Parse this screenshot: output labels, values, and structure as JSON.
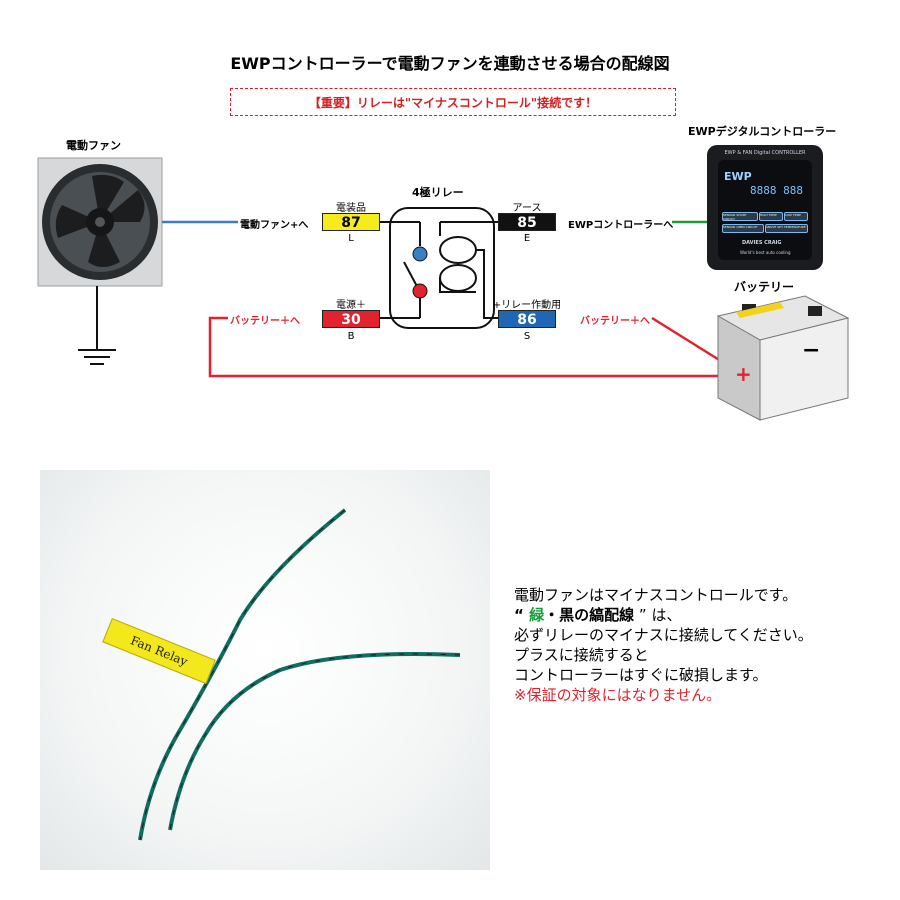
{
  "title": "EWPコントローラーで電動ファンを連動させる場合の配線図",
  "notice": "【重要】リレーは\"マイナスコントロール\"接続です！",
  "fan": {
    "label": "電動ファン",
    "wire_label": "電動ファン+へ"
  },
  "relay": {
    "title": "4極リレー",
    "terminals": [
      {
        "num": "87",
        "top_label": "電装品",
        "bottom_label": "L",
        "color": "#f7ec1b",
        "text_color": "#000000"
      },
      {
        "num": "85",
        "top_label": "アース",
        "bottom_label": "E",
        "color": "#111111",
        "text_color": "#ffffff"
      },
      {
        "num": "30",
        "top_label": "電源＋",
        "bottom_label": "B",
        "color": "#e0232e",
        "text_color": "#ffffff"
      },
      {
        "num": "86",
        "top_label": "+リレー作動用",
        "bottom_label": "S",
        "color": "#1f67b5",
        "text_color": "#ffffff"
      }
    ]
  },
  "controller": {
    "label": "EWPデジタルコントローラー",
    "wire_label": "EWPコントローラーへ",
    "panel_header": "EWP & FAN Digital CONTROLLER",
    "brand": "EWP",
    "digits": "8888 888",
    "buttons": [
      "SENSOR SHORT CIRCUIT",
      "HIGH TEMP",
      "LOW TEMP",
      "SENSOR OPEN CIRCUIT",
      "ABOVE SET TEMPERATURE"
    ],
    "maker": "DAVIES CRAIG",
    "tagline": "World's best auto cooling"
  },
  "battery": {
    "label": "バッテリー",
    "minus": "−",
    "plus": "+",
    "wire_label_left": "バッテリー＋へ",
    "wire_label_right": "バッテリー＋へ"
  },
  "photo": {
    "tag_text": "Fan Relay"
  },
  "description": {
    "line1": "電動ファンはマイナスコントロールです。",
    "line2_open": "“ ",
    "line2_green": "緑",
    "line2_mid": "・",
    "line2_black": "黒の縞配線",
    "line2_close": " ” は、",
    "line3": "必ずリレーのマイナスに接続してください。",
    "line4": "プラスに接続すると",
    "line5": "コントローラーはすぐに破損します。",
    "line6": "※保証の対象にはなりません。"
  },
  "colors": {
    "red_wire": "#e0232e",
    "blue_wire": "#3a7fc4",
    "green_wire": "#1a9b3c",
    "ground_wire": "#111111",
    "photo_wire": "#0f6e5f"
  }
}
